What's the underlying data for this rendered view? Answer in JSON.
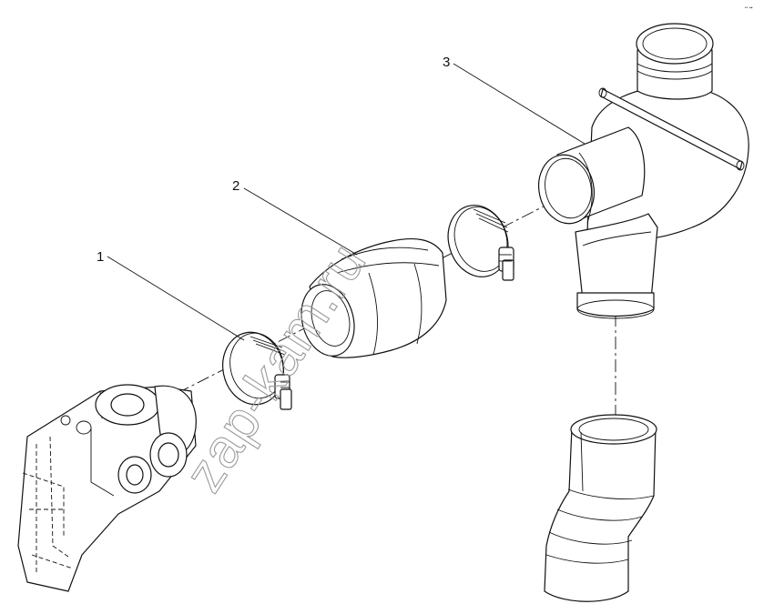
{
  "diagram": {
    "callouts": [
      {
        "id": "1",
        "label": "1"
      },
      {
        "id": "2",
        "label": "2"
      },
      {
        "id": "3",
        "label": "3"
      }
    ],
    "watermark": "zap-kam.ru",
    "corner_mark": "•ⁿ ▪▪"
  }
}
